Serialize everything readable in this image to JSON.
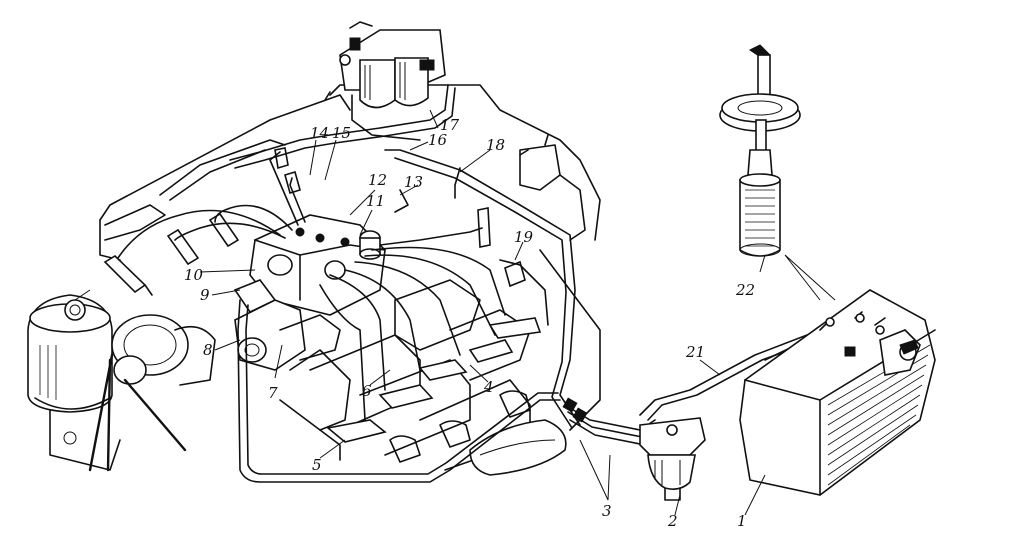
{
  "callouts": [
    {
      "id": "1",
      "text": "1"
    },
    {
      "id": "2",
      "text": "2"
    },
    {
      "id": "3",
      "text": "3"
    },
    {
      "id": "4",
      "text": "4"
    },
    {
      "id": "5",
      "text": "5"
    },
    {
      "id": "6",
      "text": "6"
    },
    {
      "id": "7",
      "text": "7"
    },
    {
      "id": "8",
      "text": "8"
    },
    {
      "id": "9",
      "text": "9"
    },
    {
      "id": "10",
      "text": "10"
    },
    {
      "id": "11",
      "text": "11"
    },
    {
      "id": "12",
      "text": "12"
    },
    {
      "id": "13",
      "text": "13"
    },
    {
      "id": "14",
      "text": "14"
    },
    {
      "id": "15",
      "text": "15"
    },
    {
      "id": "16",
      "text": "16"
    },
    {
      "id": "17",
      "text": "17"
    },
    {
      "id": "18",
      "text": "18"
    },
    {
      "id": "19",
      "text": "19"
    },
    {
      "id": "21",
      "text": "21"
    },
    {
      "id": "22",
      "text": "22"
    }
  ]
}
